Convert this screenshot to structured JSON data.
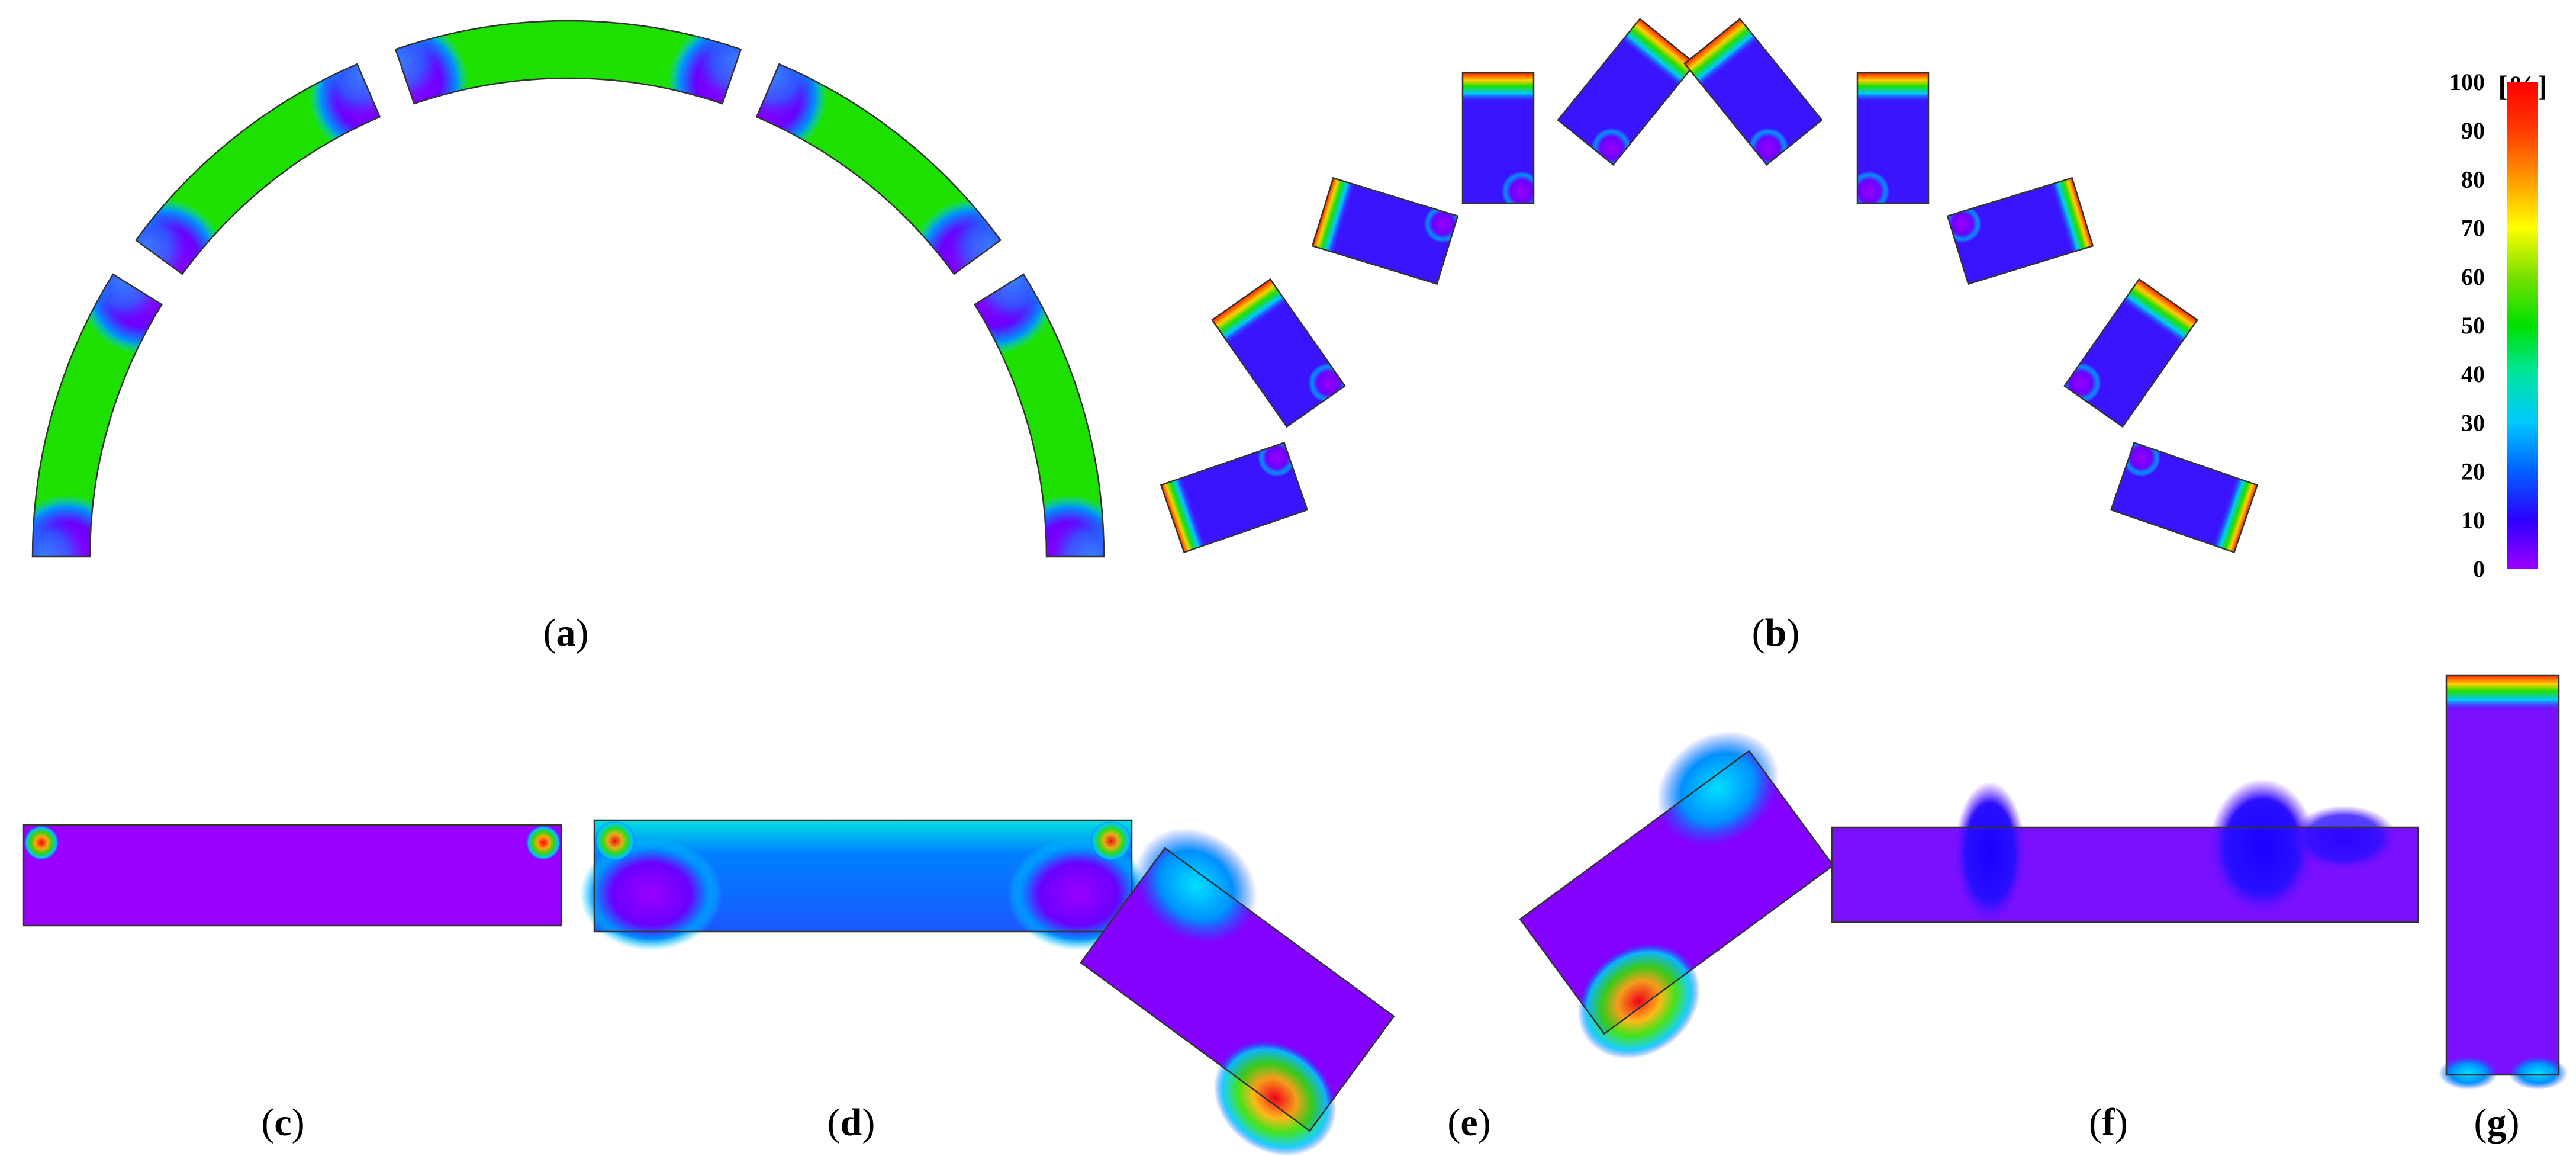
{
  "colorbar": {
    "unit": "[%]",
    "ticks": [
      "100",
      "90",
      "80",
      "70",
      "60",
      "50",
      "40",
      "30",
      "20",
      "10",
      "0"
    ],
    "stops": [
      "#9b00ff",
      "#2c00ff",
      "#0060ff",
      "#00c8ff",
      "#00e6a0",
      "#00e000",
      "#7ae000",
      "#ffff00",
      "#ff9a00",
      "#ff3a00",
      "#ff0000"
    ]
  },
  "colors": {
    "purple": "#9a00ff",
    "violet": "#7b12ff",
    "blue": "#3a14ff",
    "mid_blue": "#1458ff",
    "green": "#1ee000",
    "cyan": "#00d8ff"
  },
  "panels": [
    {
      "id": "a",
      "caption": "a"
    },
    {
      "id": "b",
      "caption": "b"
    },
    {
      "id": "c",
      "caption": "c"
    },
    {
      "id": "d",
      "caption": "d"
    },
    {
      "id": "e",
      "caption": "e"
    },
    {
      "id": "f",
      "caption": "f"
    },
    {
      "id": "g",
      "caption": "g"
    }
  ]
}
